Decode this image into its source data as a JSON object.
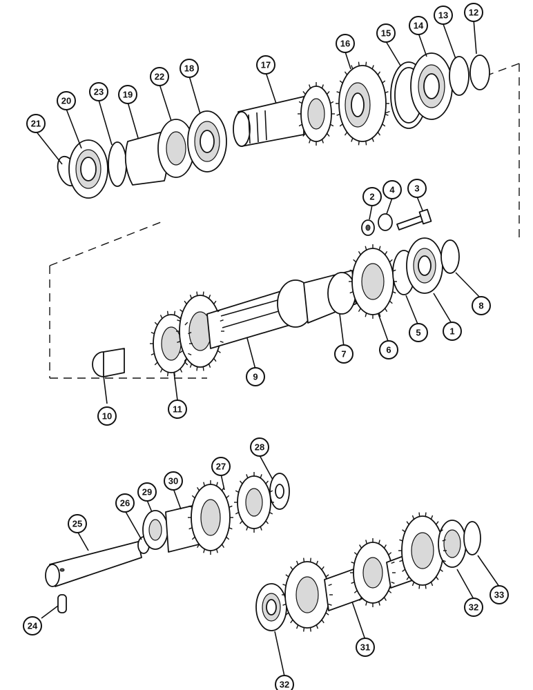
{
  "callouts": [
    "1",
    "2",
    "3",
    "4",
    "5",
    "6",
    "7",
    "8",
    "9",
    "10",
    "11",
    "12",
    "13",
    "14",
    "15",
    "16",
    "17",
    "18",
    "19",
    "20",
    "21",
    "22",
    "23",
    "24",
    "25",
    "26",
    "27",
    "28",
    "29",
    "30",
    "31",
    "32",
    "33"
  ]
}
